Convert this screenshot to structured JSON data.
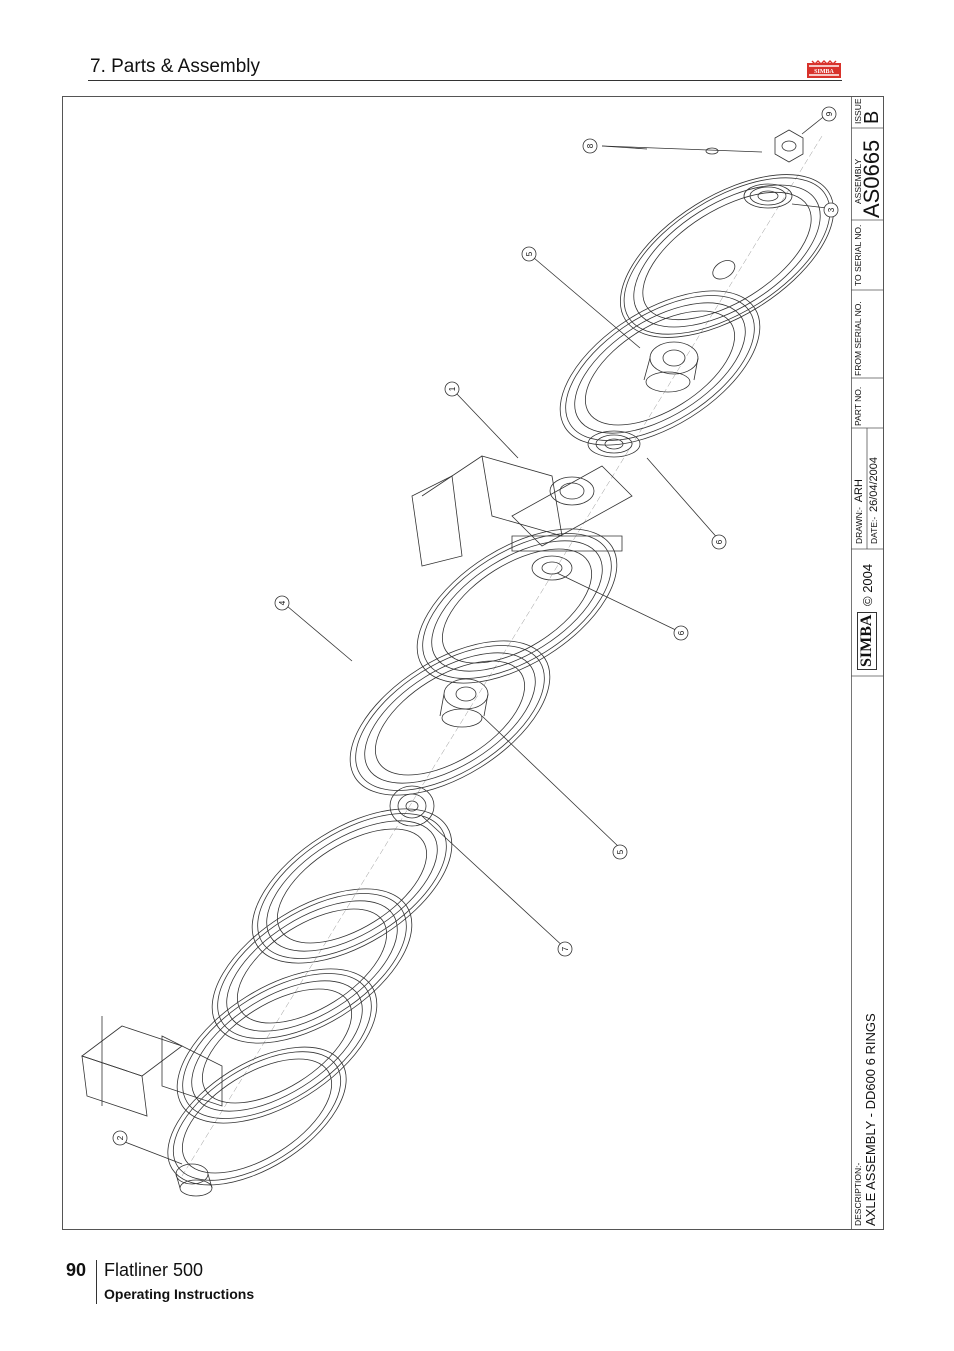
{
  "header": {
    "title": "7. Parts & Assembly",
    "logo_text": "SIMBA"
  },
  "drawing": {
    "callouts": [
      "1",
      "2",
      "3",
      "4",
      "5",
      "5",
      "6",
      "6",
      "7",
      "8",
      "9"
    ]
  },
  "title_block": {
    "issue_label": "ISSUE",
    "issue": "B",
    "assembly_label": "ASSEMBLY",
    "assembly_no": "AS0665",
    "to_serial_label": "TO SERIAL NO.",
    "from_serial_label": "FROM SERIAL NO.",
    "part_no_label": "PART NO.",
    "drawn_label": "DRAWN:-",
    "drawn_by": "ARH",
    "date_label": "DATE:-",
    "date": "26/04/2004",
    "copyright": "© 2004",
    "logo_text": "SIMBA",
    "description_label": "DESCRIPTION:-",
    "description": "AXLE ASSEMBLY - DD600 6 RINGS"
  },
  "footer": {
    "page_number": "90",
    "product": "Flatliner 500",
    "subtitle": "Operating Instructions"
  },
  "colors": {
    "line": "#333333",
    "logo_red": "#d8322b"
  }
}
